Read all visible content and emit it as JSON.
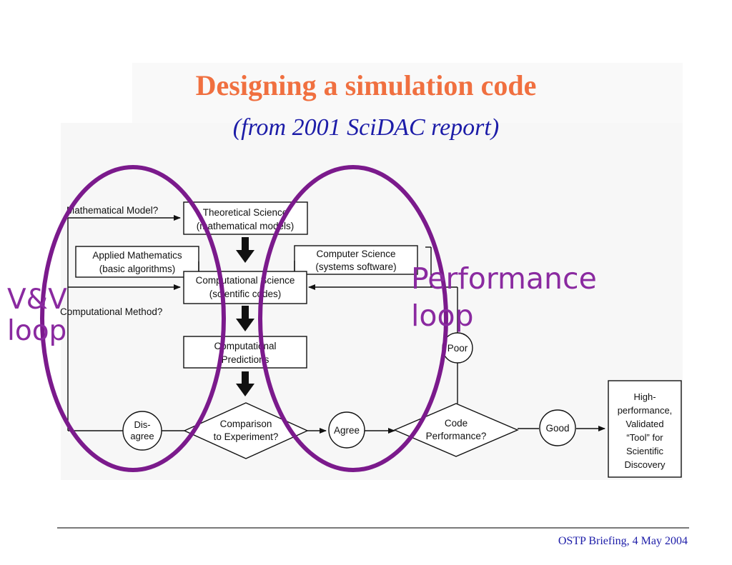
{
  "slide": {
    "title": "Designing a simulation code",
    "subtitle": "(from 2001 SciDAC report)",
    "footer": "OSTP Briefing, 4 May 2004"
  },
  "diagram": {
    "boxes": {
      "theoretical": [
        "Theoretical Science",
        "(mathematical models)"
      ],
      "applied_math": [
        "Applied Mathematics",
        "(basic algorithms)"
      ],
      "computer_science": [
        "Computer Science",
        "(systems software)"
      ],
      "computational_science": [
        "Computational Science",
        "(scientific codes)"
      ],
      "computational_predictions": [
        "Computational",
        "Predictions"
      ],
      "result": [
        "High-",
        "performance,",
        "Validated",
        "“Tool” for",
        "Scientific",
        "Discovery"
      ]
    },
    "diamonds": {
      "comparison": [
        "Comparison",
        "to Experiment?"
      ],
      "code_performance": [
        "Code",
        "Performance?"
      ]
    },
    "circles": {
      "disagree": [
        "Dis-",
        "agree"
      ],
      "agree": "Agree",
      "poor": "Poor",
      "good": "Good"
    },
    "labels": {
      "mathematical_model": "Mathematical Model?",
      "computational_method": "Computational Method?"
    }
  },
  "annotations": {
    "vv_loop": [
      "V&V",
      "loop"
    ],
    "performance_loop": [
      "Performance",
      "loop"
    ],
    "ellipse_color": "#7b1a8c",
    "label_color": "#8a2aa0"
  },
  "colors": {
    "title": "#f07040",
    "subtitle": "#1c1ca8",
    "footer": "#1c1ca8"
  }
}
